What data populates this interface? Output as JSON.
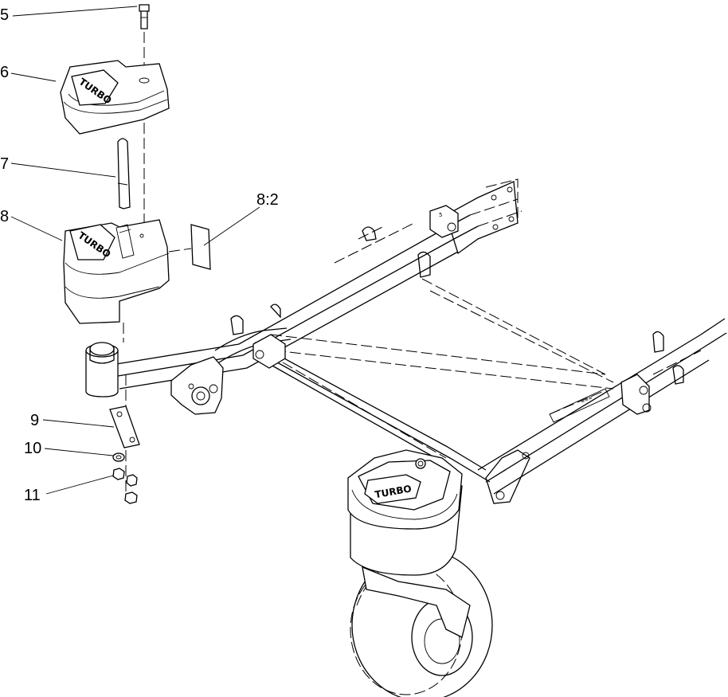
{
  "callouts": {
    "c5": "5",
    "c6": "6",
    "c7": "7",
    "c8": "8",
    "c8_2": "8:2",
    "c9": "9",
    "c10": "10",
    "c11": "11"
  },
  "logo": {
    "brand_text": "TURBO"
  }
}
